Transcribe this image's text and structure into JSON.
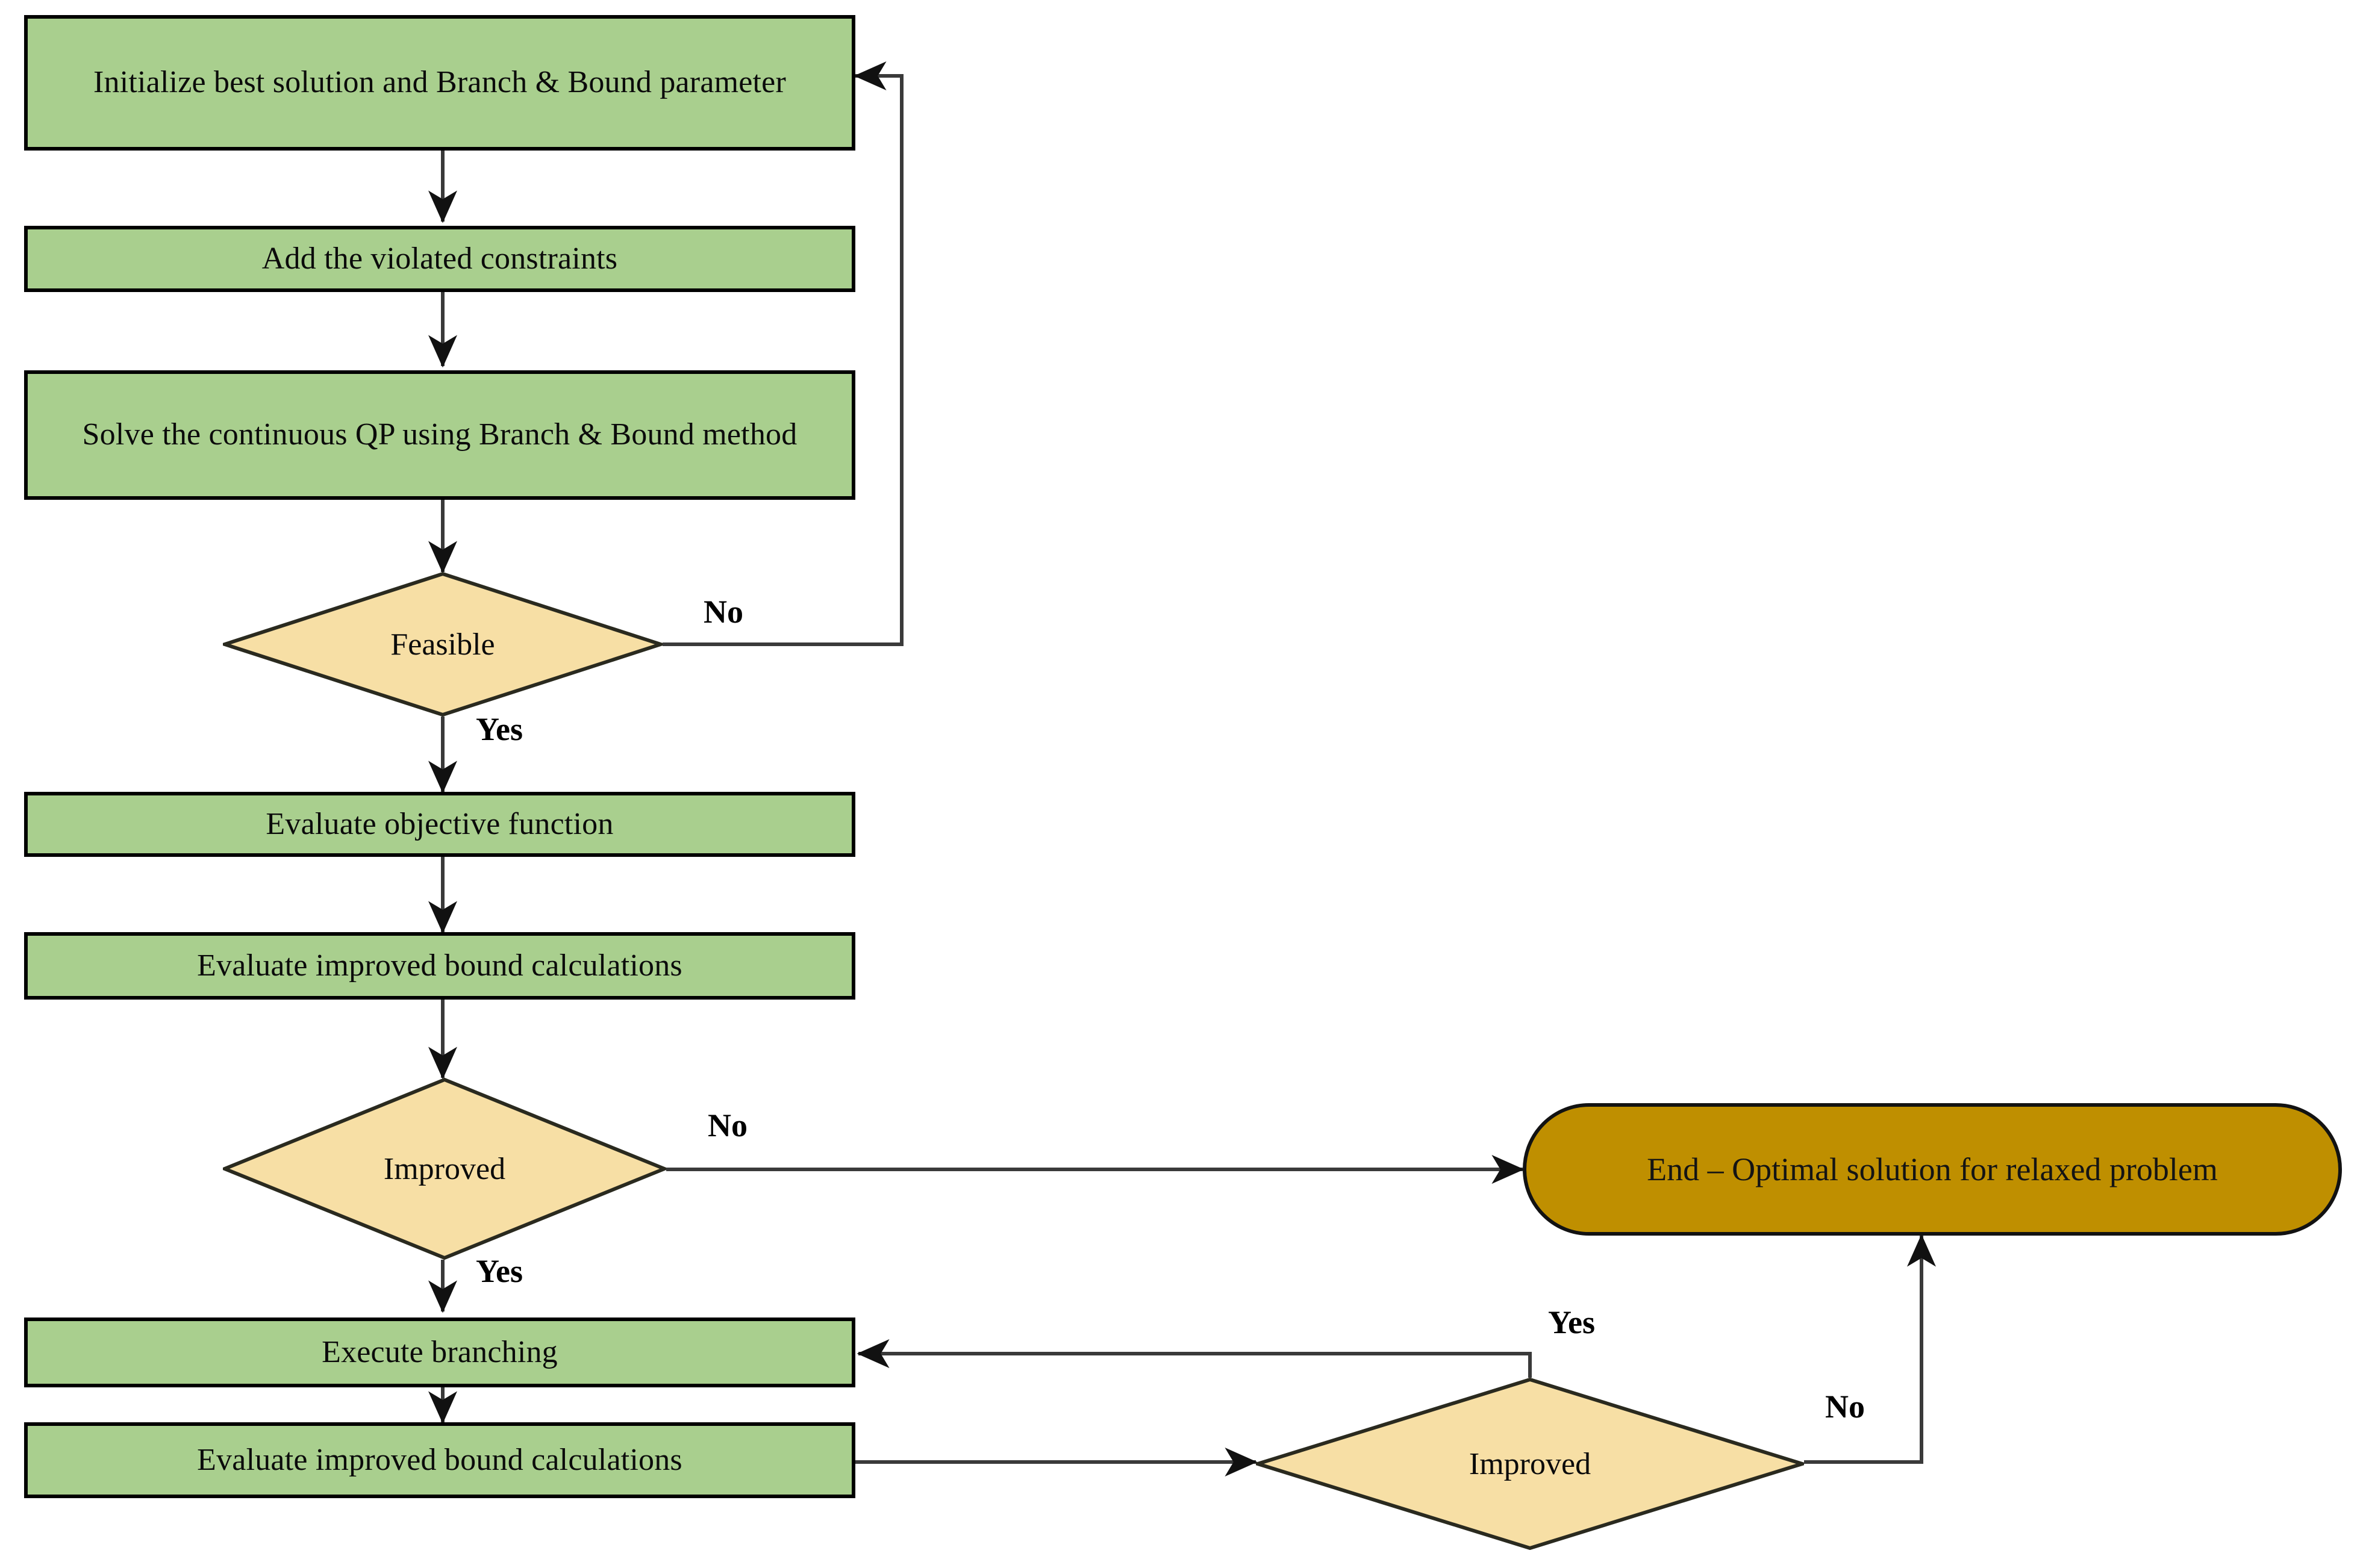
{
  "diagram": {
    "title": "Branch and Bound flowchart",
    "colors": {
      "process_fill": "#a9cf8e",
      "decision_fill": "#f7dfa5",
      "terminal_fill": "#bf8f00",
      "stroke": "#000000",
      "background": "#ffffff"
    }
  },
  "nodes": {
    "initialize": {
      "type": "process",
      "text": "Initialize  best solution and Branch & Bound parameter"
    },
    "add_constraints": {
      "type": "process",
      "text": "Add the violated constraints"
    },
    "solve_qp": {
      "type": "process",
      "text": "Solve the continuous QP using Branch & Bound method"
    },
    "feasible": {
      "type": "decision",
      "text": "Feasible"
    },
    "evaluate_objective": {
      "type": "process",
      "text": "Evaluate objective function"
    },
    "evaluate_bound_1": {
      "type": "process",
      "text": "Evaluate improved bound calculations"
    },
    "improved_1": {
      "type": "decision",
      "text": "Improved"
    },
    "end_optimal": {
      "type": "terminal",
      "text": "End – Optimal solution for relaxed problem"
    },
    "execute_branching": {
      "type": "process",
      "text": "Execute branching"
    },
    "evaluate_bound_2": {
      "type": "process",
      "text": "Evaluate improved bound calculations"
    },
    "improved_2": {
      "type": "decision",
      "text": "Improved"
    }
  },
  "edge_labels": {
    "feasible_no": "No",
    "feasible_yes": "Yes",
    "improved1_no": "No",
    "improved1_yes": "Yes",
    "improved2_yes": "Yes",
    "improved2_no": "No"
  }
}
